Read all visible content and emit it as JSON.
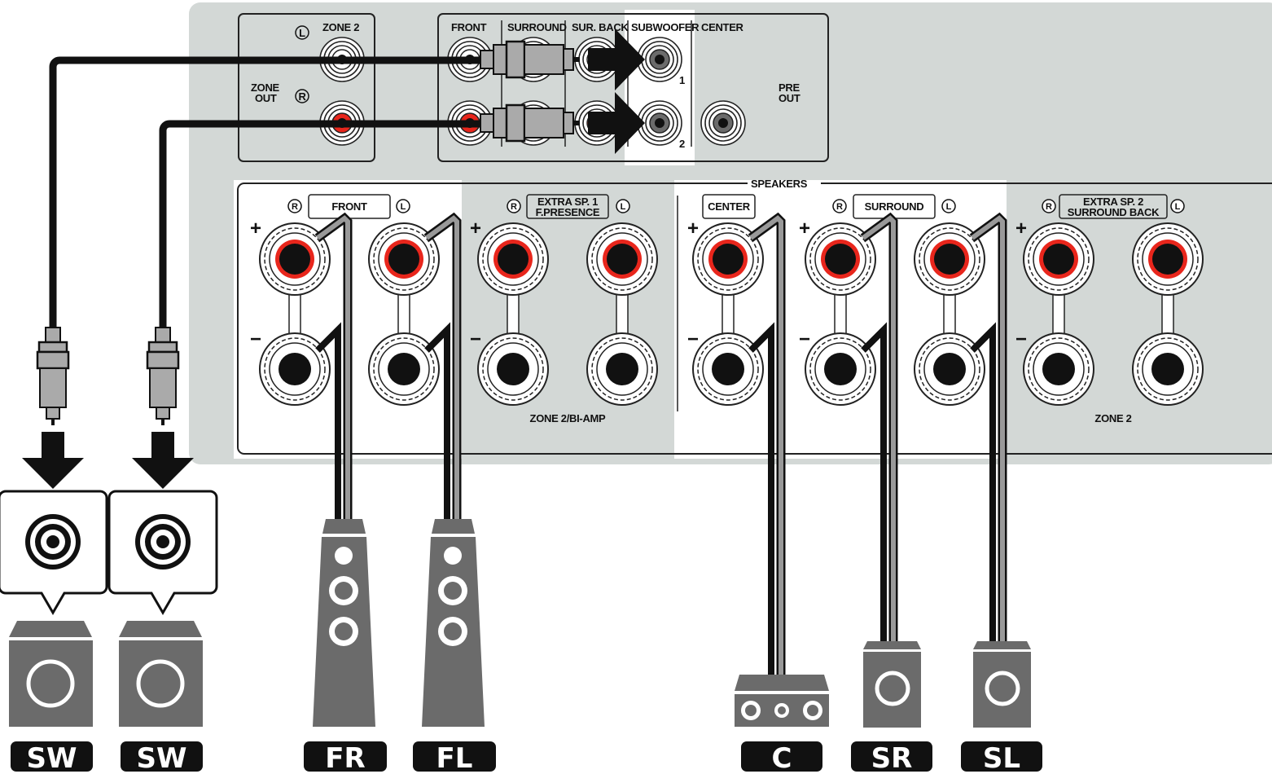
{
  "pre_out": {
    "zone2": "ZONE 2",
    "zone_out_1": "ZONE",
    "zone_out_2": "OUT",
    "l": "L",
    "r": "R",
    "front": "FRONT",
    "surround": "SURROUND",
    "sur_back": "SUR. BACK",
    "subwoofer": "SUBWOOFER",
    "center": "CENTER",
    "pre_out_1": "PRE",
    "pre_out_2": "OUT",
    "sub1": "1",
    "sub2": "2"
  },
  "speakers": {
    "title": "SPEAKERS",
    "front": "FRONT",
    "extra1_1": "EXTRA SP. 1",
    "extra1_2": "F.PRESENCE",
    "center": "CENTER",
    "surround": "SURROUND",
    "extra2_1": "EXTRA SP. 2",
    "extra2_2": "SURROUND BACK",
    "zone2_biamp": "ZONE 2/BI-AMP",
    "zone2": "ZONE 2",
    "plus": "+",
    "minus": "−"
  },
  "devices": {
    "sw1": "SW",
    "sw2": "SW",
    "fr": "FR",
    "fl": "FL",
    "c": "C",
    "sr": "SR",
    "sl": "SL"
  },
  "colors": {
    "panel": "#d3d8d6",
    "red": "#e8261c",
    "gray": "#6b6b6b",
    "wire_gray": "#999999"
  }
}
